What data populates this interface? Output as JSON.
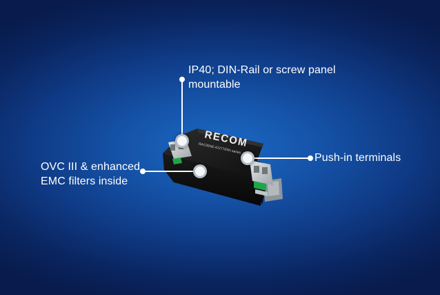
{
  "product": {
    "brand_logo_text": "RECOM",
    "model_text": "RAC05NE-K/277/DIN series"
  },
  "callouts": {
    "ip40": "IP40; DIN-Rail or screw panel\nmountable",
    "push_in": "Push-in terminals",
    "ovc": "OVC III & enhanced\nEMC filters inside"
  },
  "colors": {
    "background_center": "#1b69c4",
    "background_edge": "#081b4c",
    "callout_text": "#ffffff",
    "module_body": "#151515",
    "terminal": "#c8ccce",
    "lever_green": "#1fa64a"
  }
}
